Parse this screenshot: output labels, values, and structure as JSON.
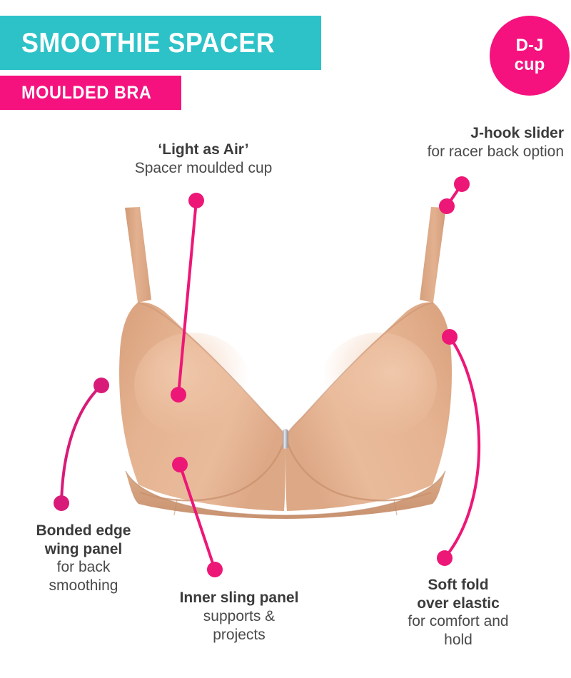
{
  "header": {
    "title": "SMOOTHIE SPACER",
    "subtitle": "MOULDED BRA",
    "title_bg": "#2cc2c8",
    "subtitle_bg": "#f5127f"
  },
  "badge": {
    "line1": "D-J",
    "line2": "cup",
    "color": "#f5127f"
  },
  "callouts": [
    {
      "id": "light-as-air",
      "heading": "‘Light as Air’",
      "body": "Spacer moulded cup"
    },
    {
      "id": "jhook",
      "heading": "J-hook slider",
      "body": "for racer back option"
    },
    {
      "id": "bonded",
      "heading_line1": "Bonded edge",
      "heading_line2": "wing panel",
      "body_line1": "for back",
      "body_line2": "smoothing"
    },
    {
      "id": "sling",
      "heading": "Inner sling panel",
      "body_line1": "supports &",
      "body_line2": "projects"
    },
    {
      "id": "softfold",
      "heading_line1": "Soft fold",
      "heading_line2": "over elastic",
      "body_line1": "for comfort and",
      "body_line2": "hold"
    }
  ],
  "marker_color": "#ed1777",
  "product": {
    "name": "moulded-bra",
    "fabric_color": "#dfa983",
    "fabric_highlight": "#e8b795",
    "band_color": "#cf9a76",
    "charm_color": "#c8c8cc"
  }
}
